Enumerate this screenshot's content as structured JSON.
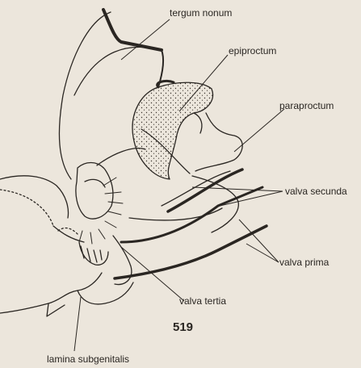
{
  "figure": {
    "number": "519",
    "labels": {
      "tergum_nonum": "tergum nonum",
      "epiproctum": "epiproctum",
      "paraproctum": "paraproctum",
      "valva_secunda": "valva secunda",
      "valva_prima": "valva prima",
      "valva_tertia": "valva tertia",
      "lamina_subgenitalis": "lamina subgenitalis"
    }
  },
  "colors": {
    "background": "#ece6dc",
    "ink": "#2a2622"
  }
}
